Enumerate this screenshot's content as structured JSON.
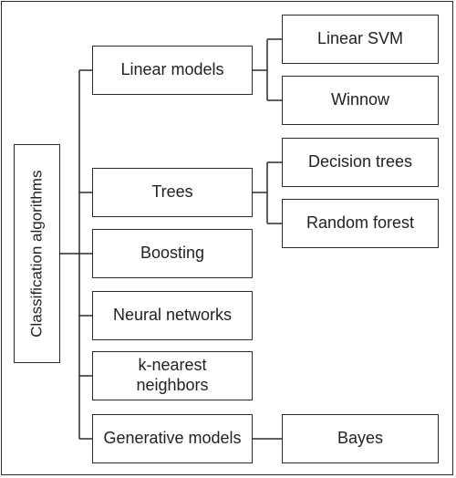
{
  "diagram": {
    "root": "Classification algorithms",
    "categories": [
      {
        "label": "Linear models",
        "children": [
          "Linear SVM",
          "Winnow"
        ]
      },
      {
        "label": "Trees",
        "children": [
          "Decision trees",
          "Random forest"
        ]
      },
      {
        "label": "Boosting",
        "children": []
      },
      {
        "label": "Neural networks",
        "children": []
      },
      {
        "label": "k-nearest neighbors",
        "children": []
      },
      {
        "label": "Generative models",
        "children": [
          "Bayes"
        ]
      }
    ]
  }
}
